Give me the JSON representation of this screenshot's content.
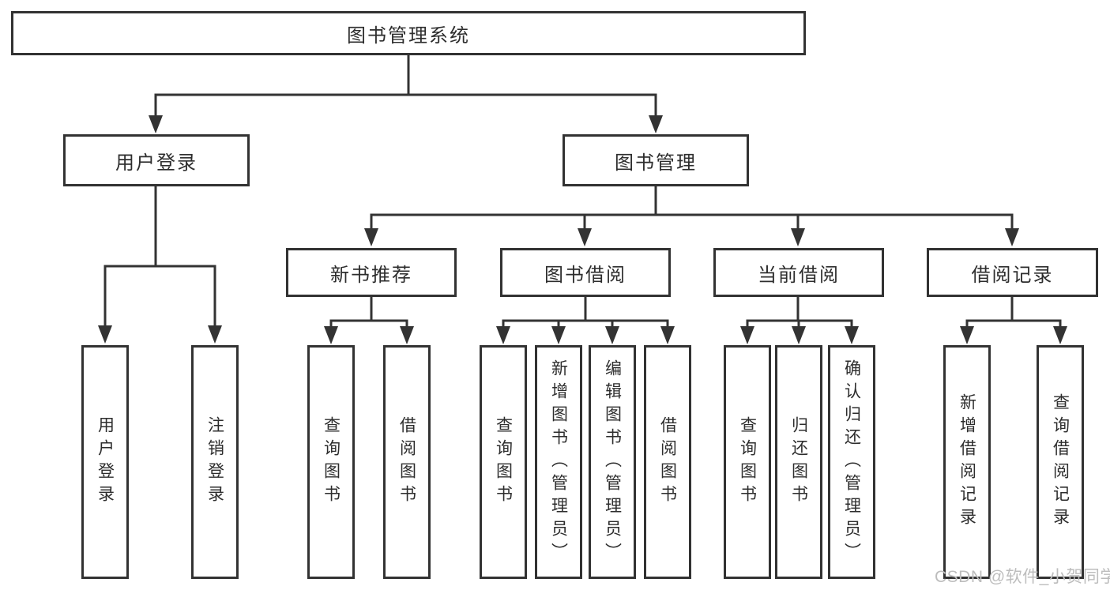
{
  "diagram": {
    "root": {
      "label": "图书管理系统"
    },
    "level2": [
      {
        "label": "用户登录"
      },
      {
        "label": "图书管理"
      }
    ],
    "level3": [
      {
        "label": "新书推荐",
        "parent": "图书管理"
      },
      {
        "label": "图书借阅",
        "parent": "图书管理"
      },
      {
        "label": "当前借阅",
        "parent": "图书管理"
      },
      {
        "label": "借阅记录",
        "parent": "图书管理"
      }
    ],
    "leaves": [
      {
        "label": "用户登录",
        "parent": "用户登录"
      },
      {
        "label": "注销登录",
        "parent": "用户登录"
      },
      {
        "label": "查询图书",
        "parent": "新书推荐"
      },
      {
        "label": "借阅图书",
        "parent": "新书推荐"
      },
      {
        "label": "查询图书",
        "parent": "图书借阅"
      },
      {
        "label": "新增图书（管理员）",
        "parent": "图书借阅"
      },
      {
        "label": "编辑图书（管理员）",
        "parent": "图书借阅"
      },
      {
        "label": "借阅图书",
        "parent": "图书借阅"
      },
      {
        "label": "查询图书",
        "parent": "当前借阅"
      },
      {
        "label": "归还图书",
        "parent": "当前借阅"
      },
      {
        "label": "确认归还（管理员）",
        "parent": "当前借阅"
      },
      {
        "label": "新增借阅记录",
        "parent": "借阅记录"
      },
      {
        "label": "查询借阅记录",
        "parent": "借阅记录"
      }
    ],
    "watermark": {
      "text": "CSDN @软件_小贺同学",
      "color": "#bdbdbd"
    },
    "colors": {
      "line": "#333333",
      "border": "#323232",
      "text": "#2d2d2d",
      "background": "#ffffff"
    }
  }
}
